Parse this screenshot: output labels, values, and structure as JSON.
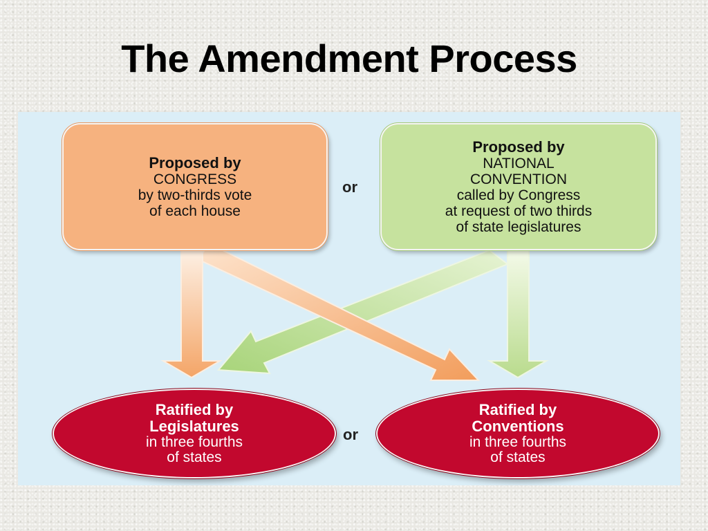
{
  "title": "The Amendment Process",
  "proposals": {
    "congress": {
      "heading": "Proposed by",
      "lines": [
        "CONGRESS",
        "by two-thirds vote",
        "of each house"
      ]
    },
    "convention": {
      "heading": "Proposed by",
      "lines": [
        "NATIONAL",
        "CONVENTION",
        "called by Congress",
        "at request of two thirds",
        "of state legislatures"
      ]
    },
    "or_label": "or"
  },
  "ratifications": {
    "legislatures": {
      "heading_lines": [
        "Ratified by",
        "Legislatures"
      ],
      "lines": [
        "in three fourths",
        "of states"
      ]
    },
    "conventions": {
      "heading_lines": [
        "Ratified by",
        "Conventions"
      ],
      "lines": [
        "in three fourths",
        "of states"
      ]
    },
    "or_label": "or"
  },
  "colors": {
    "congress": "#f6b27f",
    "convention": "#c6e29e",
    "ratify": "#c2082e",
    "panel": "#dbeef7"
  }
}
